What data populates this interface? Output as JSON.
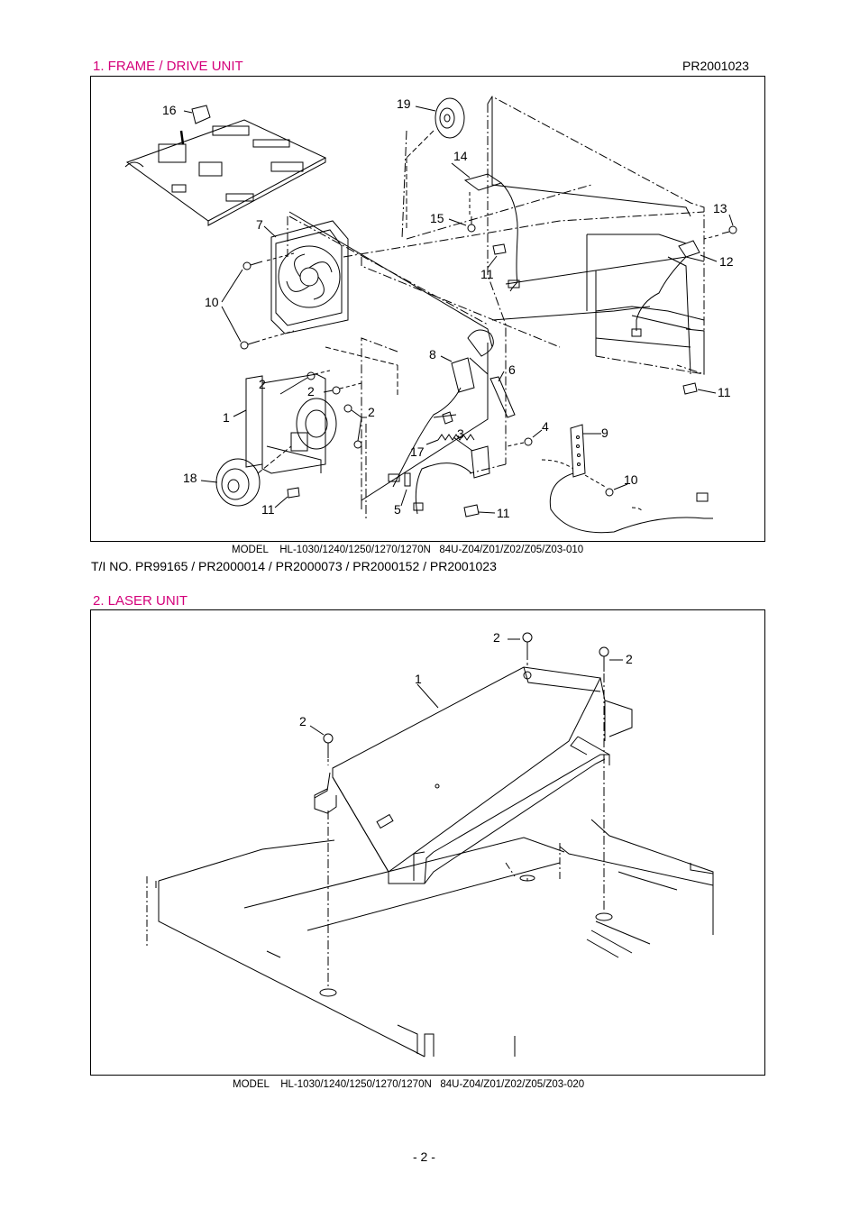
{
  "header": {
    "section1_title": "1. FRAME / DRIVE UNIT",
    "ref_code": "PR2001023"
  },
  "section1": {
    "model_line": "MODEL    HL-1030/1240/1250/1270/1270N   84U-Z04/Z01/Z02/Z05/Z03-010",
    "ti_line": "T/I NO. PR99165 / PR2000014 / PR2000073 / PR2000152 / PR2001023",
    "labels": [
      "16",
      "19",
      "14",
      "13",
      "15",
      "7",
      "12",
      "11",
      "10",
      "8",
      "6",
      "11",
      "2",
      "2",
      "2",
      "1",
      "4",
      "9",
      "3",
      "17",
      "10",
      "18",
      "11",
      "5",
      "11"
    ]
  },
  "section2": {
    "title": "2. LASER UNIT",
    "model_line": "MODEL    HL-1030/1240/1250/1270/1270N   84U-Z04/Z01/Z02/Z05/Z03-020",
    "labels": [
      "2",
      "2",
      "1",
      "2"
    ]
  },
  "footer": {
    "page_number": "- 2 -"
  }
}
